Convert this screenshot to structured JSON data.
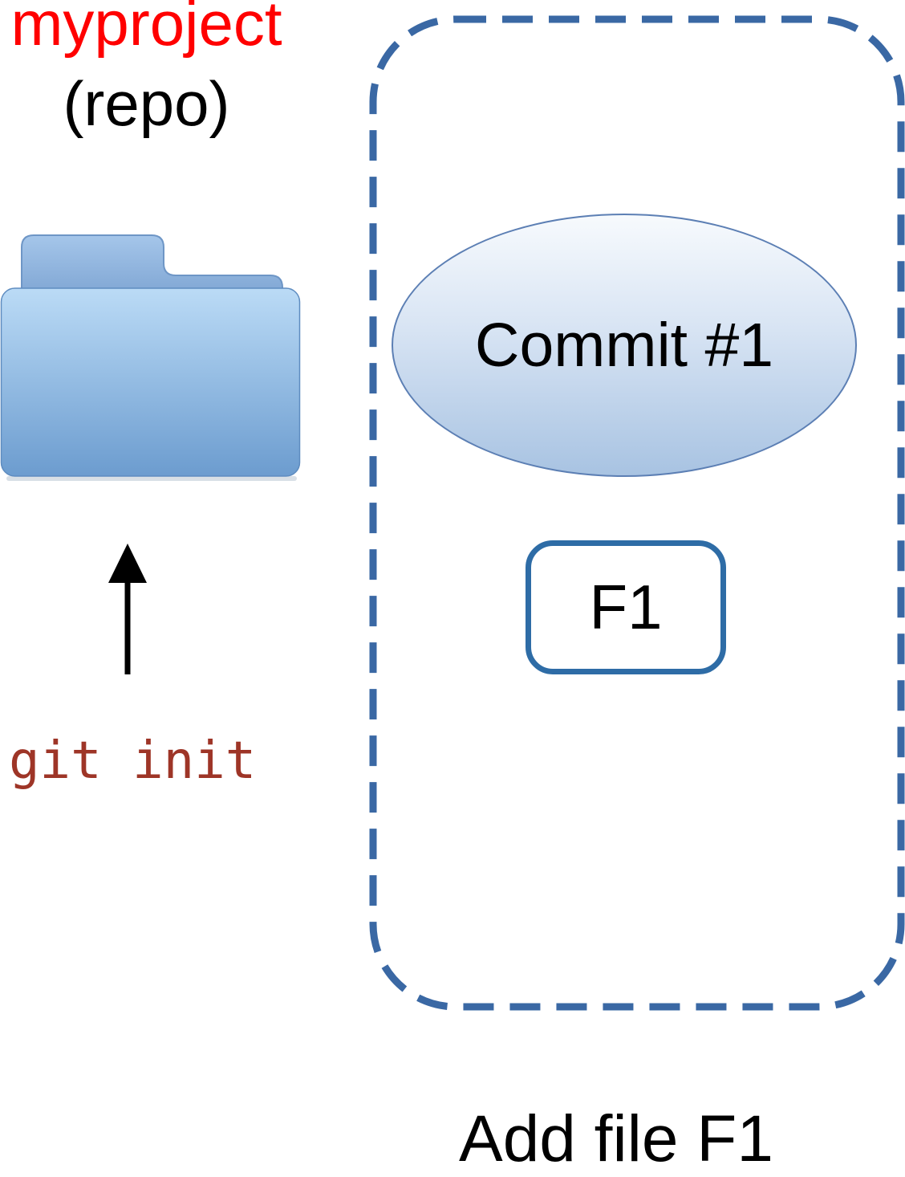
{
  "diagram": {
    "repo": {
      "name": "myproject",
      "type_label": "(repo)"
    },
    "command": {
      "text": "git init"
    },
    "commit_node": {
      "label": "Commit #1"
    },
    "file_node": {
      "label": "F1"
    },
    "caption": {
      "text": "Add file F1"
    },
    "icons": [
      "folder-icon",
      "up-arrow-icon",
      "repo-boundary-dashed-box"
    ]
  },
  "colors": {
    "repo-name": "#FF0000",
    "repo-type": "#000000",
    "command-text": "#9E3527",
    "arrow": "#000000",
    "dashed-border": "#3A68A4",
    "ellipse-border": "#5C7FB4",
    "ellipse-top": "#F7FAFD",
    "ellipse-mid": "#D9E5F4",
    "ellipse-bottom": "#A8C3E2",
    "file-box-border": "#2E6CA6",
    "commit-text": "#000000",
    "file-text": "#000000",
    "caption-text": "#000000",
    "folder-body-top": "#BBDBF6",
    "folder-body-bottom": "#6C9CCF",
    "folder-tab-top": "#A5C6EA",
    "folder-tab-bottom": "#82A8D5",
    "folder-stroke": "#6E96C6"
  }
}
